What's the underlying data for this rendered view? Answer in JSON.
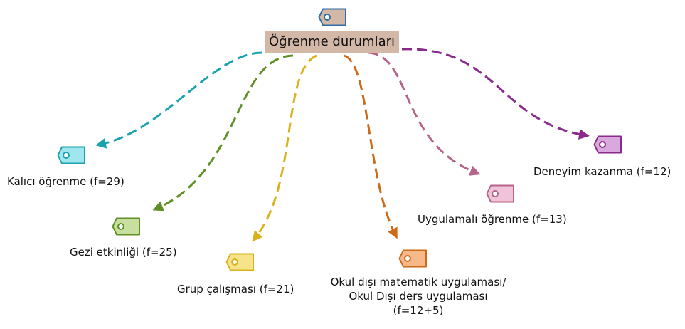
{
  "root": {
    "label": "Öğrenme durumları",
    "icon": "tag-icon",
    "fill": "#d3b8a8",
    "stroke": "#2f6ea8"
  },
  "branches": [
    {
      "id": "kalici",
      "label": "Kalıcı öğrenme (f=29)",
      "icon": "tag-icon",
      "color": "#1aa3ae",
      "fill": "#9fe6ef"
    },
    {
      "id": "gezi",
      "label": "Gezi etkinliği (f=25)",
      "icon": "tag-icon",
      "color": "#5f8f25",
      "fill": "#c8df9f"
    },
    {
      "id": "grup",
      "label": "Grup çalışması (f=21)",
      "icon": "tag-icon",
      "color": "#d9b21e",
      "fill": "#f6e48a"
    },
    {
      "id": "okul",
      "label_lines": [
        "Okul dışı matematik uygulaması/",
        "Okul Dışı ders uygulaması",
        "(f=12+5)"
      ],
      "icon": "tag-icon",
      "color": "#cd6a18",
      "fill": "#f7b98a"
    },
    {
      "id": "uygulamali",
      "label": "Uygulamalı öğrenme (f=13)",
      "icon": "tag-icon",
      "color": "#b6648a",
      "fill": "#f0c4d8"
    },
    {
      "id": "deneyim",
      "label": "Deneyim kazanma (f=12)",
      "icon": "tag-icon",
      "color": "#8a2a8a",
      "fill": "#d9a8dc"
    }
  ]
}
